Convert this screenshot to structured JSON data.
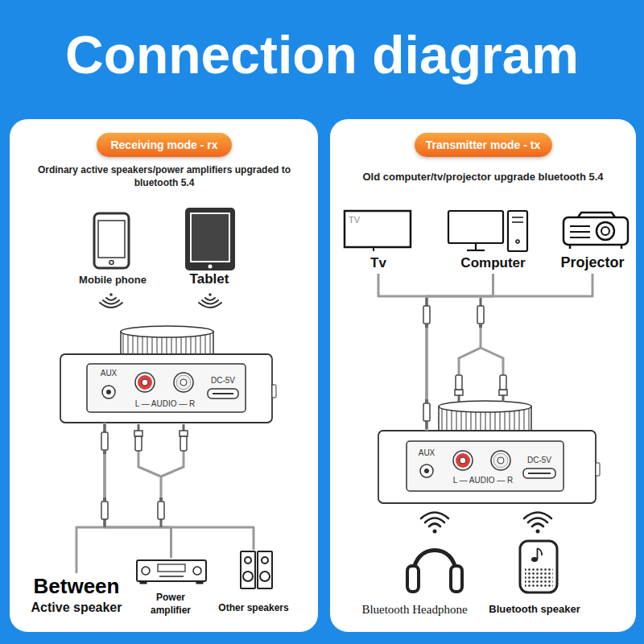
{
  "diagram": {
    "title": "Connection diagram",
    "nodes": [
      {
        "text": [
          "Ordinary active speakers/power amplifiers upgraded to bluetooth 5.4"
        ]
      },
      {
        "text": [
          "Receiving mode - rx"
        ],
        "in": 0
      },
      {
        "text": [
          "Mobile phone"
        ],
        "in": 0
      },
      {
        "text": [
          "Tablet"
        ],
        "in": 0
      },
      {
        "text": [
          "AUX",
          "L — AUDIO — R",
          "DC-5V"
        ],
        "in": 0
      },
      {
        "text": [
          "Between",
          "Active speaker"
        ],
        "in": 0
      },
      {
        "text": [
          "Power amplifier"
        ],
        "in": 0
      },
      {
        "text": [
          "Other speakers"
        ],
        "in": 0
      },
      {
        "text": [
          "Old computer/tv/projector upgrade bluetooth 5.4"
        ]
      },
      {
        "text": [
          "Transmitter mode - tx"
        ],
        "in": 8
      },
      {
        "text": [
          "TV",
          "Tv"
        ],
        "in": 8
      },
      {
        "text": [
          "Computer"
        ],
        "in": 8
      },
      {
        "text": [
          "Projector"
        ],
        "in": 8
      },
      {
        "text": [
          "AUX",
          "L — AUDIO — R",
          "DC-5V"
        ],
        "in": 8
      },
      {
        "text": [
          "Bluetooth Headphone"
        ],
        "in": 8
      },
      {
        "text": [
          "Bluetooth speaker"
        ],
        "in": 8
      }
    ],
    "edges": [
      {
        "from": 4,
        "to": 5,
        "arrow": "none"
      },
      {
        "from": 4,
        "to": 6,
        "arrow": "none"
      },
      {
        "from": 4,
        "to": 7,
        "arrow": "none"
      },
      {
        "from": 10,
        "to": 13,
        "arrow": "none"
      },
      {
        "from": 11,
        "to": 13,
        "arrow": "none"
      },
      {
        "from": 12,
        "to": 13,
        "arrow": "none"
      }
    ]
  }
}
